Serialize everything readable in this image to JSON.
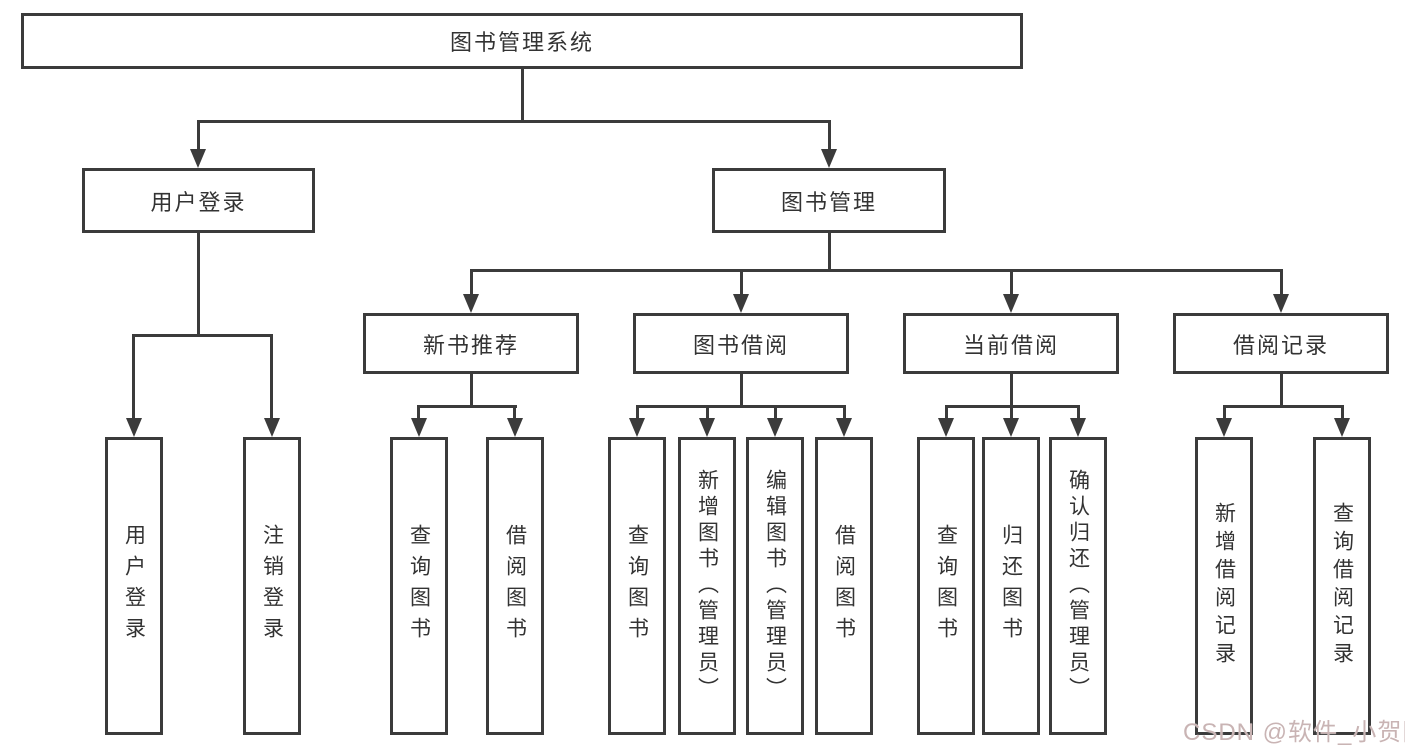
{
  "diagram": {
    "title": "图书管理系统",
    "watermark": "CSDN @软件_小贺同学",
    "colors": {
      "line": "#3b3b3b",
      "text": "#333333",
      "watermark": "#c9b4b4",
      "background": "#ffffff"
    },
    "nodes": {
      "root": {
        "label": "图书管理系统"
      },
      "login": {
        "label": "用户登录"
      },
      "book_management": {
        "label": "图书管理"
      },
      "new_books": {
        "label": "新书推荐"
      },
      "borrowing": {
        "label": "图书借阅"
      },
      "current": {
        "label": "当前借阅"
      },
      "records": {
        "label": "借阅记录"
      },
      "login_user": {
        "label": "用户登录"
      },
      "login_logout": {
        "label": "注销登录"
      },
      "new_query": {
        "label": "查询图书"
      },
      "new_borrow": {
        "label": "借阅图书"
      },
      "borrow_query": {
        "label": "查询图书"
      },
      "borrow_add": {
        "label": "新增图书（管理员）"
      },
      "borrow_edit": {
        "label": "编辑图书（管理员）"
      },
      "borrow_do": {
        "label": "借阅图书"
      },
      "current_query": {
        "label": "查询图书"
      },
      "current_return": {
        "label": "归还图书"
      },
      "current_confirm": {
        "label": "确认归还（管理员）"
      },
      "record_add": {
        "label": "新增借阅记录"
      },
      "record_query": {
        "label": "查询借阅记录"
      }
    }
  }
}
